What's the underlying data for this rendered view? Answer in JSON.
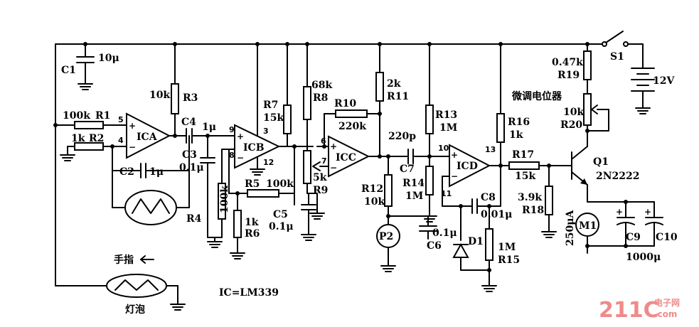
{
  "labels": {
    "C1": "C1",
    "C1_val": "10μ",
    "R1_val": "100k",
    "R1": "R1",
    "R2_val": "1k",
    "R2": "R2",
    "ICA": "ICA",
    "R3_val": "10k",
    "R3": "R3",
    "C4": "C4",
    "C4_val": "1μ",
    "C3": "C3",
    "C3_val": "0.1μ",
    "C2": "C2",
    "C2_val": "1μ",
    "R4": "R4",
    "R4_val": "100k",
    "R7": "R7",
    "R7_val": "15k",
    "ICB": "ICB",
    "R5": "R5",
    "R5_val": "100k",
    "R6": "R6",
    "R6_val": "1k",
    "C5": "C5",
    "C5_val": "0.1μ",
    "R8": "R8",
    "R8_val": "68k",
    "R10": "R10",
    "R10_val": "220k",
    "R9": "R9",
    "R9_val": "5k",
    "ICC": "ICC",
    "R11": "R11",
    "R11_val": "2k",
    "C7": "C7",
    "C7_val": "220p",
    "R12": "R12",
    "R12_val": "10k",
    "P2": "P2",
    "C6": "C6",
    "C6_val": "0.1μ",
    "R13": "R13",
    "R13_val": "1M",
    "R14": "R14",
    "R14_val": "1M",
    "ICD": "ICD",
    "C8": "C8",
    "C8_val": "0.01μ",
    "D1": "D1",
    "R15": "R15",
    "R15_val": "1M",
    "R16": "R16",
    "R16_val": "1k",
    "R17": "R17",
    "R17_val": "15k",
    "R18": "R18",
    "R18_val": "3.9k",
    "R19": "R19",
    "R19_val": "0.47k",
    "pot_note": "微调电位器",
    "R20": "R20",
    "R20_val": "10k",
    "S1": "S1",
    "battery": "12V",
    "Q1": "Q1",
    "Q1_type": "2N2222",
    "M1": "M1",
    "M1_val": "250μA",
    "C9": "C9",
    "C10": "C10",
    "C9_C10_val": "1000μ",
    "finger": "手指",
    "bulb": "灯泡",
    "ic_note": "IC=LM339",
    "pins": {
      "p5": "5",
      "p4": "4",
      "p9": "9",
      "p3": "3",
      "p8": "8",
      "p12": "12",
      "p6": "6",
      "p7": "7",
      "p10": "10",
      "p13": "13",
      "p11": "11"
    }
  },
  "watermark": {
    "main": "211C",
    "sub1": "电子网",
    "sub2": ".com",
    "color": "#f08a8a"
  }
}
